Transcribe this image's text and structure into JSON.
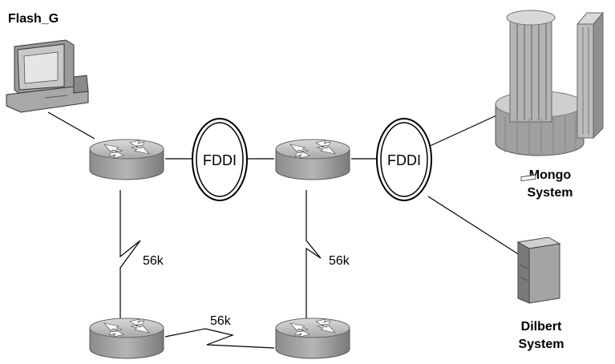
{
  "labels": {
    "workstation": "Flash_G",
    "fddi_left": "FDDI",
    "fddi_right": "FDDI",
    "link_left": "56k",
    "link_right": "56k",
    "link_bottom": "56k",
    "mainframe_line1": "Mongo",
    "mainframe_line2": "System",
    "server_line1": "Dilbert",
    "server_line2": "System"
  },
  "icons": {
    "workstation": "workstation-icon",
    "router": "router-icon",
    "fddi_ring": "fddi-ring-icon",
    "mainframe": "mainframe-icon",
    "server": "server-tower-icon"
  },
  "colors": {
    "device_gray": "#a6a6a6",
    "line": "#000000"
  }
}
